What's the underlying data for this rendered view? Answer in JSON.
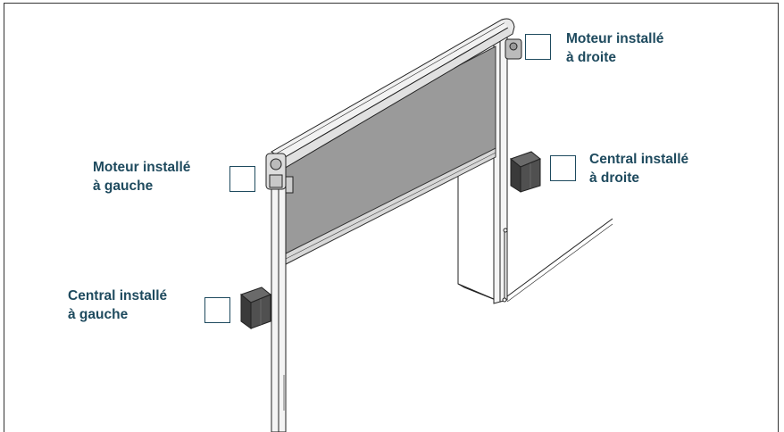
{
  "options": [
    {
      "id": "moteur-droite",
      "line1": "Moteur installé",
      "line2": "à droite",
      "checked": false
    },
    {
      "id": "moteur-gauche",
      "line1": "Moteur installé",
      "line2": "à gauche",
      "checked": false
    },
    {
      "id": "central-droite",
      "line1": "Central installé",
      "line2": "à droite",
      "checked": false
    },
    {
      "id": "central-gauche",
      "line1": "Central installé",
      "line2": "à gauche",
      "checked": false
    }
  ],
  "colors": {
    "label_text": "#1e4a5e",
    "checkbox_border": "#1e4a5e",
    "screen_fabric": "#9a9a9a",
    "control_box": "#4a4a4a",
    "outline": "#222222"
  }
}
